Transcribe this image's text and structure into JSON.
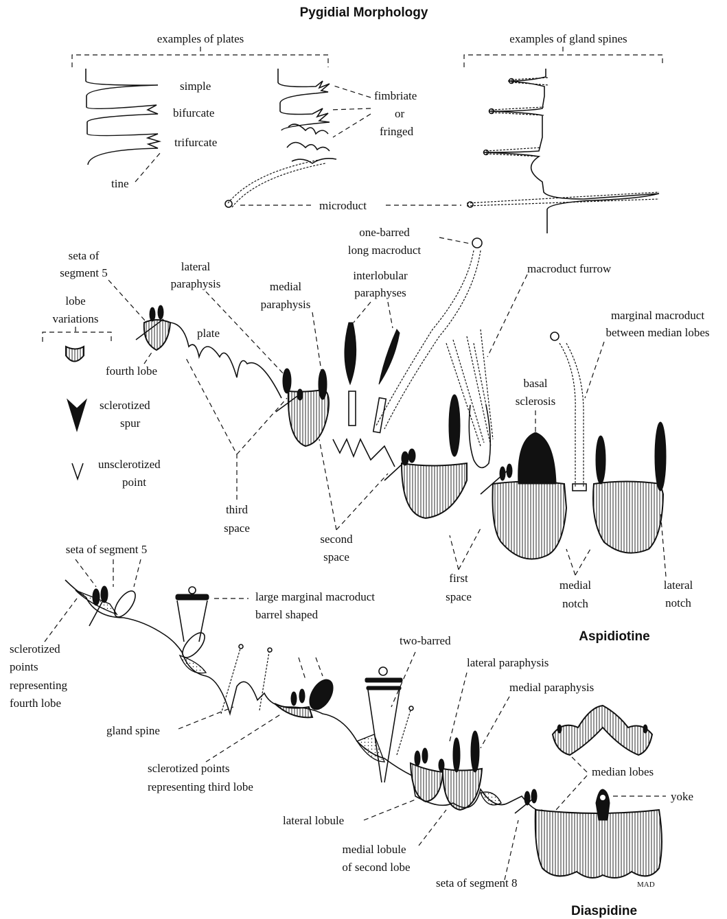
{
  "title": "Pygidial Morphology",
  "sections": {
    "plates_header": "examples of plates",
    "gland_spines_header": "examples of gland spines",
    "aspidiotine": "Aspidiotine",
    "diaspidine": "Diaspidine"
  },
  "labels": {
    "simple": "simple",
    "bifurcate": "bifurcate",
    "trifurcate": "trifurcate",
    "tine": "tine",
    "fimbriate_1": "fimbriate",
    "fimbriate_2": "or",
    "fimbriate_3": "fringed",
    "microduct": "microduct",
    "one_barred_1": "one-barred",
    "one_barred_2": "long macroduct",
    "seta5_1": "seta of",
    "seta5_2": "segment 5",
    "lateral_paraphysis_1": "lateral",
    "lateral_paraphysis_2": "paraphysis",
    "medial_paraphysis_1": "medial",
    "medial_paraphysis_2": "paraphysis",
    "interlobular_1": "interlobular",
    "interlobular_2": "paraphyses",
    "macroduct_furrow": "macroduct furrow",
    "lobe_variations_1": "lobe",
    "lobe_variations_2": "variations",
    "plate": "plate",
    "marginal_macroduct_1": "marginal macroduct",
    "marginal_macroduct_2": "between median lobes",
    "fourth_lobe": "fourth lobe",
    "basal_sclerosis_1": "basal",
    "basal_sclerosis_2": "sclerosis",
    "sclerotized_spur_1": "sclerotized",
    "sclerotized_spur_2": "spur",
    "unsclerotized_1": "unsclerotized",
    "unsclerotized_2": "point",
    "third_space_1": "third",
    "third_space_2": "space",
    "second_space_1": "second",
    "second_space_2": "space",
    "first_space_1": "first",
    "first_space_2": "space",
    "medial_notch_1": "medial",
    "medial_notch_2": "notch",
    "lateral_notch_1": "lateral",
    "lateral_notch_2": "notch",
    "seta_seg5_d": "seta of segment 5",
    "large_marginal_1": "large marginal macroduct",
    "large_marginal_2": "barrel shaped",
    "sclerotized_points_1": "sclerotized",
    "sclerotized_points_2": "points",
    "sclerotized_points_3": "representing",
    "sclerotized_points_4": "fourth lobe",
    "two_barred": "two-barred",
    "lateral_paraphysis_d": "lateral paraphysis",
    "medial_paraphysis_d": "medial paraphysis",
    "gland_spine": "gland spine",
    "sclerotized_third_1": "sclerotized points",
    "sclerotized_third_2": "representing third lobe",
    "median_lobes": "median lobes",
    "yoke": "yoke",
    "lateral_lobule": "lateral lobule",
    "medial_lobule_1": "medial lobule",
    "medial_lobule_2": "of second lobe",
    "seta_seg8": "seta of segment 8",
    "signature": "MAD"
  }
}
